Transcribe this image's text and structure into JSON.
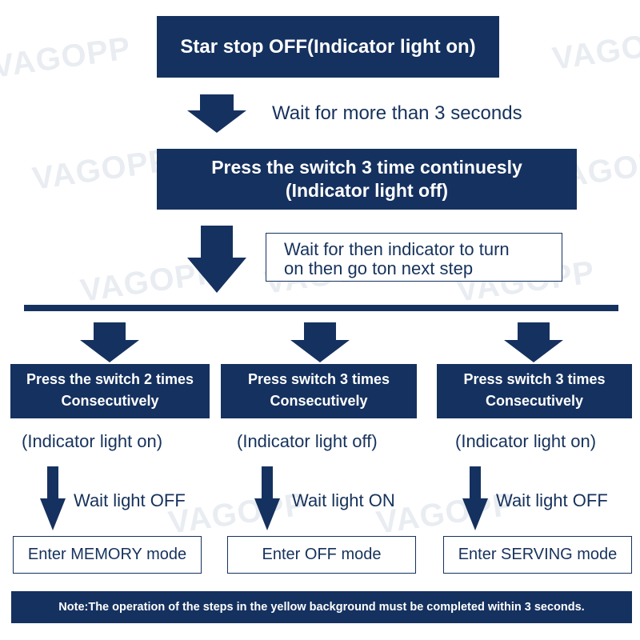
{
  "watermark": "VAGOPP",
  "colors": {
    "navy": "#15315f",
    "text": "#16325c",
    "watermark": "#e9edf2"
  },
  "top_box": "Star stop OFF(Indicator light on)",
  "wait1": "Wait for more than 3 seconds",
  "box2": {
    "line1": "Press the switch 3 time continuesly",
    "line2": "(Indicator light off)"
  },
  "wait2": {
    "line1": "Wait for then indicator to turn",
    "line2": "on then go ton next step"
  },
  "branches": [
    {
      "title_line1": "Press the switch 2 times",
      "title_line2": "Consecutively",
      "indicator": "(Indicator light on)",
      "wait": "Wait light OFF",
      "result": "Enter MEMORY mode"
    },
    {
      "title_line1": "Press switch 3 times",
      "title_line2": "Consecutively",
      "indicator": "(Indicator light off)",
      "wait": "Wait light ON",
      "result": "Enter OFF mode"
    },
    {
      "title_line1": "Press switch 3 times",
      "title_line2": "Consecutively",
      "indicator": "(Indicator light on)",
      "wait": "Wait light OFF",
      "result": "Enter SERVING mode"
    }
  ],
  "note": "Note:The operation of the steps in the yellow background must be completed within 3 seconds."
}
